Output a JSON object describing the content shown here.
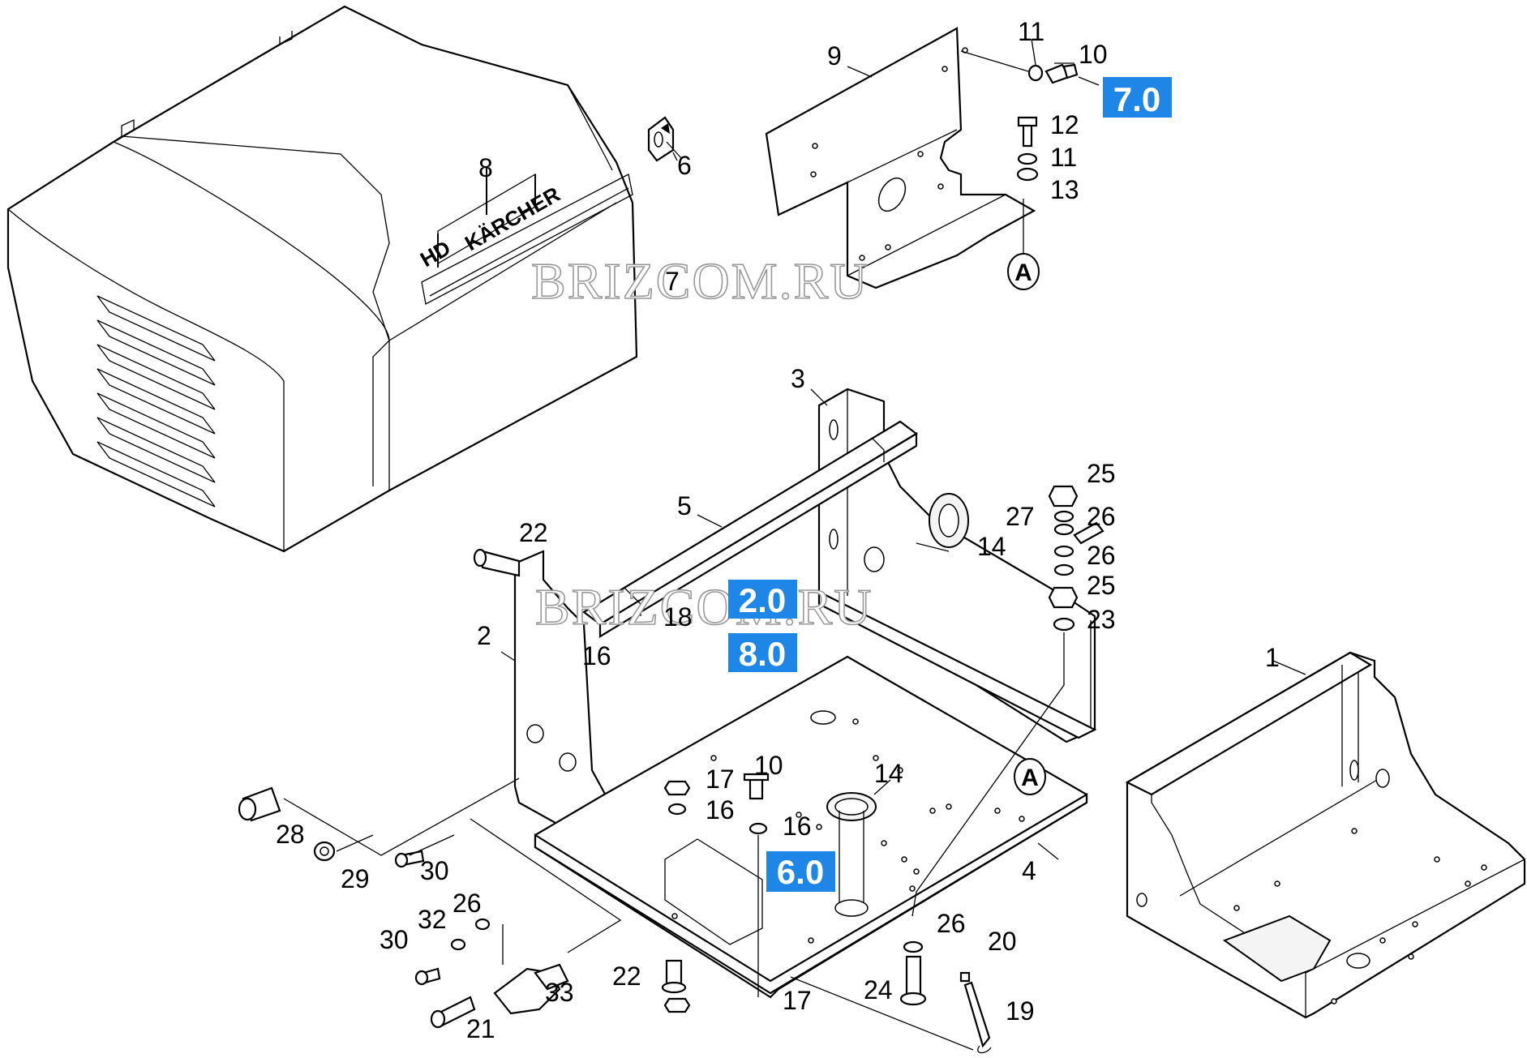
{
  "watermark": "BRIZCOM.RU",
  "part_numbers": {
    "p1": "1",
    "p2": "2",
    "p3": "3",
    "p4": "4",
    "p5": "5",
    "p6": "6",
    "p7": "7",
    "p8": "8",
    "p9": "9",
    "p10a": "10",
    "p10b": "10",
    "p11a": "11",
    "p11b": "11",
    "p12": "12",
    "p13": "13",
    "p14a": "14",
    "p14b": "14",
    "p16a": "16",
    "p16b": "16",
    "p16c": "16",
    "p17a": "17",
    "p17b": "17",
    "p18": "18",
    "p19": "19",
    "p20": "20",
    "p21": "21",
    "p22a": "22",
    "p22b": "22",
    "p23": "23",
    "p24": "24",
    "p25a": "25",
    "p25b": "25",
    "p26a": "26",
    "p26b": "26",
    "p26c": "26",
    "p26d": "26",
    "p27": "27",
    "p28": "28",
    "p29": "29",
    "p30a": "30",
    "p30b": "30",
    "p32": "32",
    "p33": "33"
  },
  "references": {
    "r7": "7.0",
    "r2": "2.0",
    "r8": "8.0",
    "r6": "6.0"
  },
  "markers": {
    "a_top": "A",
    "a_bottom": "A"
  },
  "logo": {
    "brand": "KÄRCHER",
    "model": "HD"
  },
  "colors": {
    "reference_box": "#1e86e6",
    "watermark_outline": "#9a9a9a"
  }
}
